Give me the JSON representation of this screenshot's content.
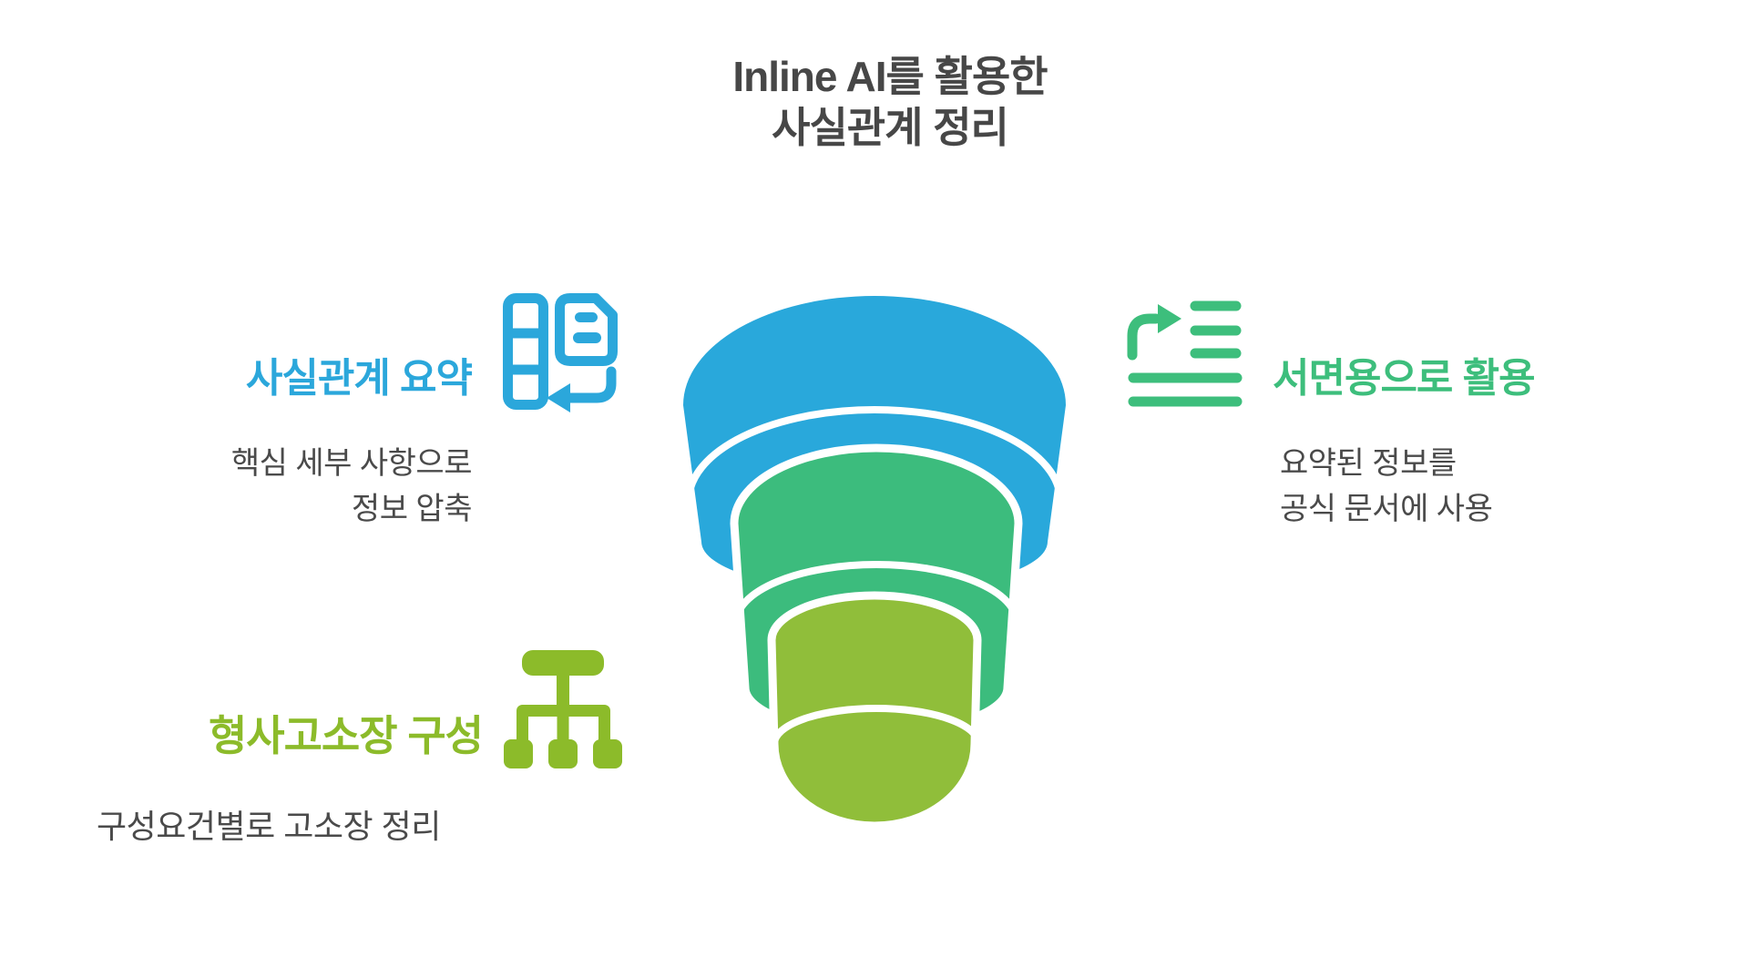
{
  "title": {
    "line1": "Inline AI를 활용한",
    "line2": "사실관계 정리"
  },
  "sections": [
    {
      "id": "fact-summary",
      "heading": "사실관계 요약",
      "body_line1": "핵심 세부 사항으로",
      "body_line2": "정보 압축",
      "color": "#2BA7DB",
      "icon": "document-summary-icon"
    },
    {
      "id": "written-use",
      "heading": "서면용으로 활용",
      "body_line1": "요약된 정보를",
      "body_line2": "공식 문서에 사용",
      "color": "#3DBE7C",
      "icon": "export-text-icon"
    },
    {
      "id": "criminal-complaint",
      "heading": "형사고소장 구성",
      "body_line1": "구성요건별로 고소장 정리",
      "color": "#8CBB2A",
      "icon": "hierarchy-icon"
    }
  ],
  "funnel": {
    "levels": [
      {
        "position": "top",
        "color": "#29A8DB"
      },
      {
        "position": "middle",
        "color": "#3CBC7D"
      },
      {
        "position": "bottom",
        "color": "#90BE3A"
      }
    ],
    "separator_color": "#FFFFFF"
  },
  "colors": {
    "background": "#FFFFFF",
    "title_text": "#474747",
    "body_text": "#4A4A4A"
  }
}
